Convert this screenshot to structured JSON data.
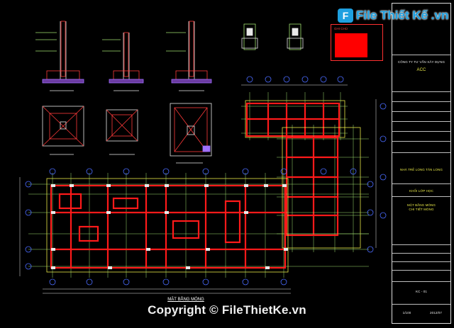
{
  "logo": {
    "mark": "F",
    "text": "File Thiết Kế .vn"
  },
  "watermark": {
    "text": "Copyright © FileThietKe.vn"
  },
  "drawing_title": "MẶT BẰNG MÓNG",
  "note_header": "GHI CHÚ",
  "title_block": {
    "company_line1": "CÔNG TY TƯ VẤN XÂY DỰNG",
    "company_name": "ACC",
    "project": "NHÀ TRẺ LONG TÂN LONG",
    "item": "KHỐI LỚP HỌC",
    "sheet_title_1": "MẶT BẰNG MÓNG",
    "sheet_title_2": "CHI TIẾT MÓNG",
    "drawing_no": "KC - 01",
    "scale": "1/100",
    "date": "2012/07"
  },
  "colors": {
    "footing": "#ff1a1a",
    "grid": "#a0e070",
    "column": "#e8e8e8",
    "axis": "#4a6bff",
    "outline": "#e8e848"
  }
}
